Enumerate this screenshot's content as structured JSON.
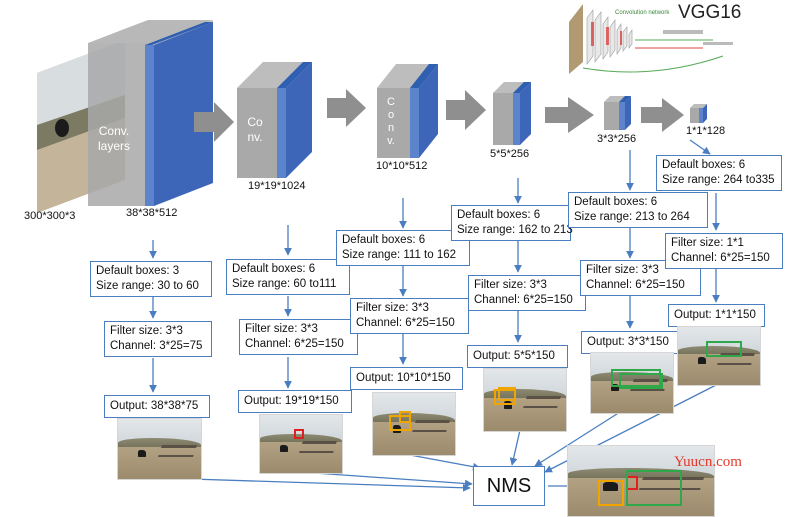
{
  "diagram": {
    "input_size": "300*300*3",
    "conv_layers_label": "Conv.\nlayers",
    "stages": [
      {
        "size": "38*38*512",
        "default_boxes": "Default boxes: 3",
        "size_range": "Size range: 30 to 60",
        "filter": "Filter size: 3*3",
        "channel": "Channel: 3*25=75",
        "output": "Output: 38*38*75"
      },
      {
        "size": "19*19*1024",
        "conv_label": "Co\nnv.",
        "default_boxes": "Default boxes: 6",
        "size_range": "Size range: 60 to111",
        "filter": "Filter size: 3*3",
        "channel": "Channel: 6*25=150",
        "output": "Output: 19*19*150"
      },
      {
        "size": "10*10*512",
        "conv_label": "C\no\nn\nv.",
        "default_boxes": "Default boxes: 6",
        "size_range": "Size range: 111 to 162",
        "filter": "Filter size: 3*3",
        "channel": "Channel: 6*25=150",
        "output": "Output: 10*10*150"
      },
      {
        "size": "5*5*256",
        "default_boxes": "Default boxes: 6",
        "size_range": "Size range: 162 to 213",
        "filter": "Filter size: 3*3",
        "channel": "Channel: 6*25=150",
        "output": "Output: 5*5*150"
      },
      {
        "size": "3*3*256",
        "default_boxes": "Default boxes: 6",
        "size_range": "Size range: 213 to 264",
        "filter": "Filter size: 3*3",
        "channel": "Channel: 6*25=150",
        "output": "Output: 3*3*150"
      },
      {
        "size": "1*1*128",
        "default_boxes": "Default boxes: 6",
        "size_range": "Size range: 264 to335",
        "filter": "Filter size: 1*1",
        "channel": "Channel: 6*25=150",
        "output": "Output: 1*1*150"
      }
    ],
    "nms_label": "NMS",
    "vgg_title": "VGG16",
    "vgg_caption": "Convolution network",
    "watermark": "Yuucn.com",
    "colors": {
      "cube_front": "#3d66b8",
      "cube_gray": "#a9a9a9",
      "arrow": "#8f8f8f",
      "line": "#4a7ec0",
      "det_red": "#e02020",
      "det_orange": "#f0a400",
      "det_green": "#2fa84a"
    }
  }
}
